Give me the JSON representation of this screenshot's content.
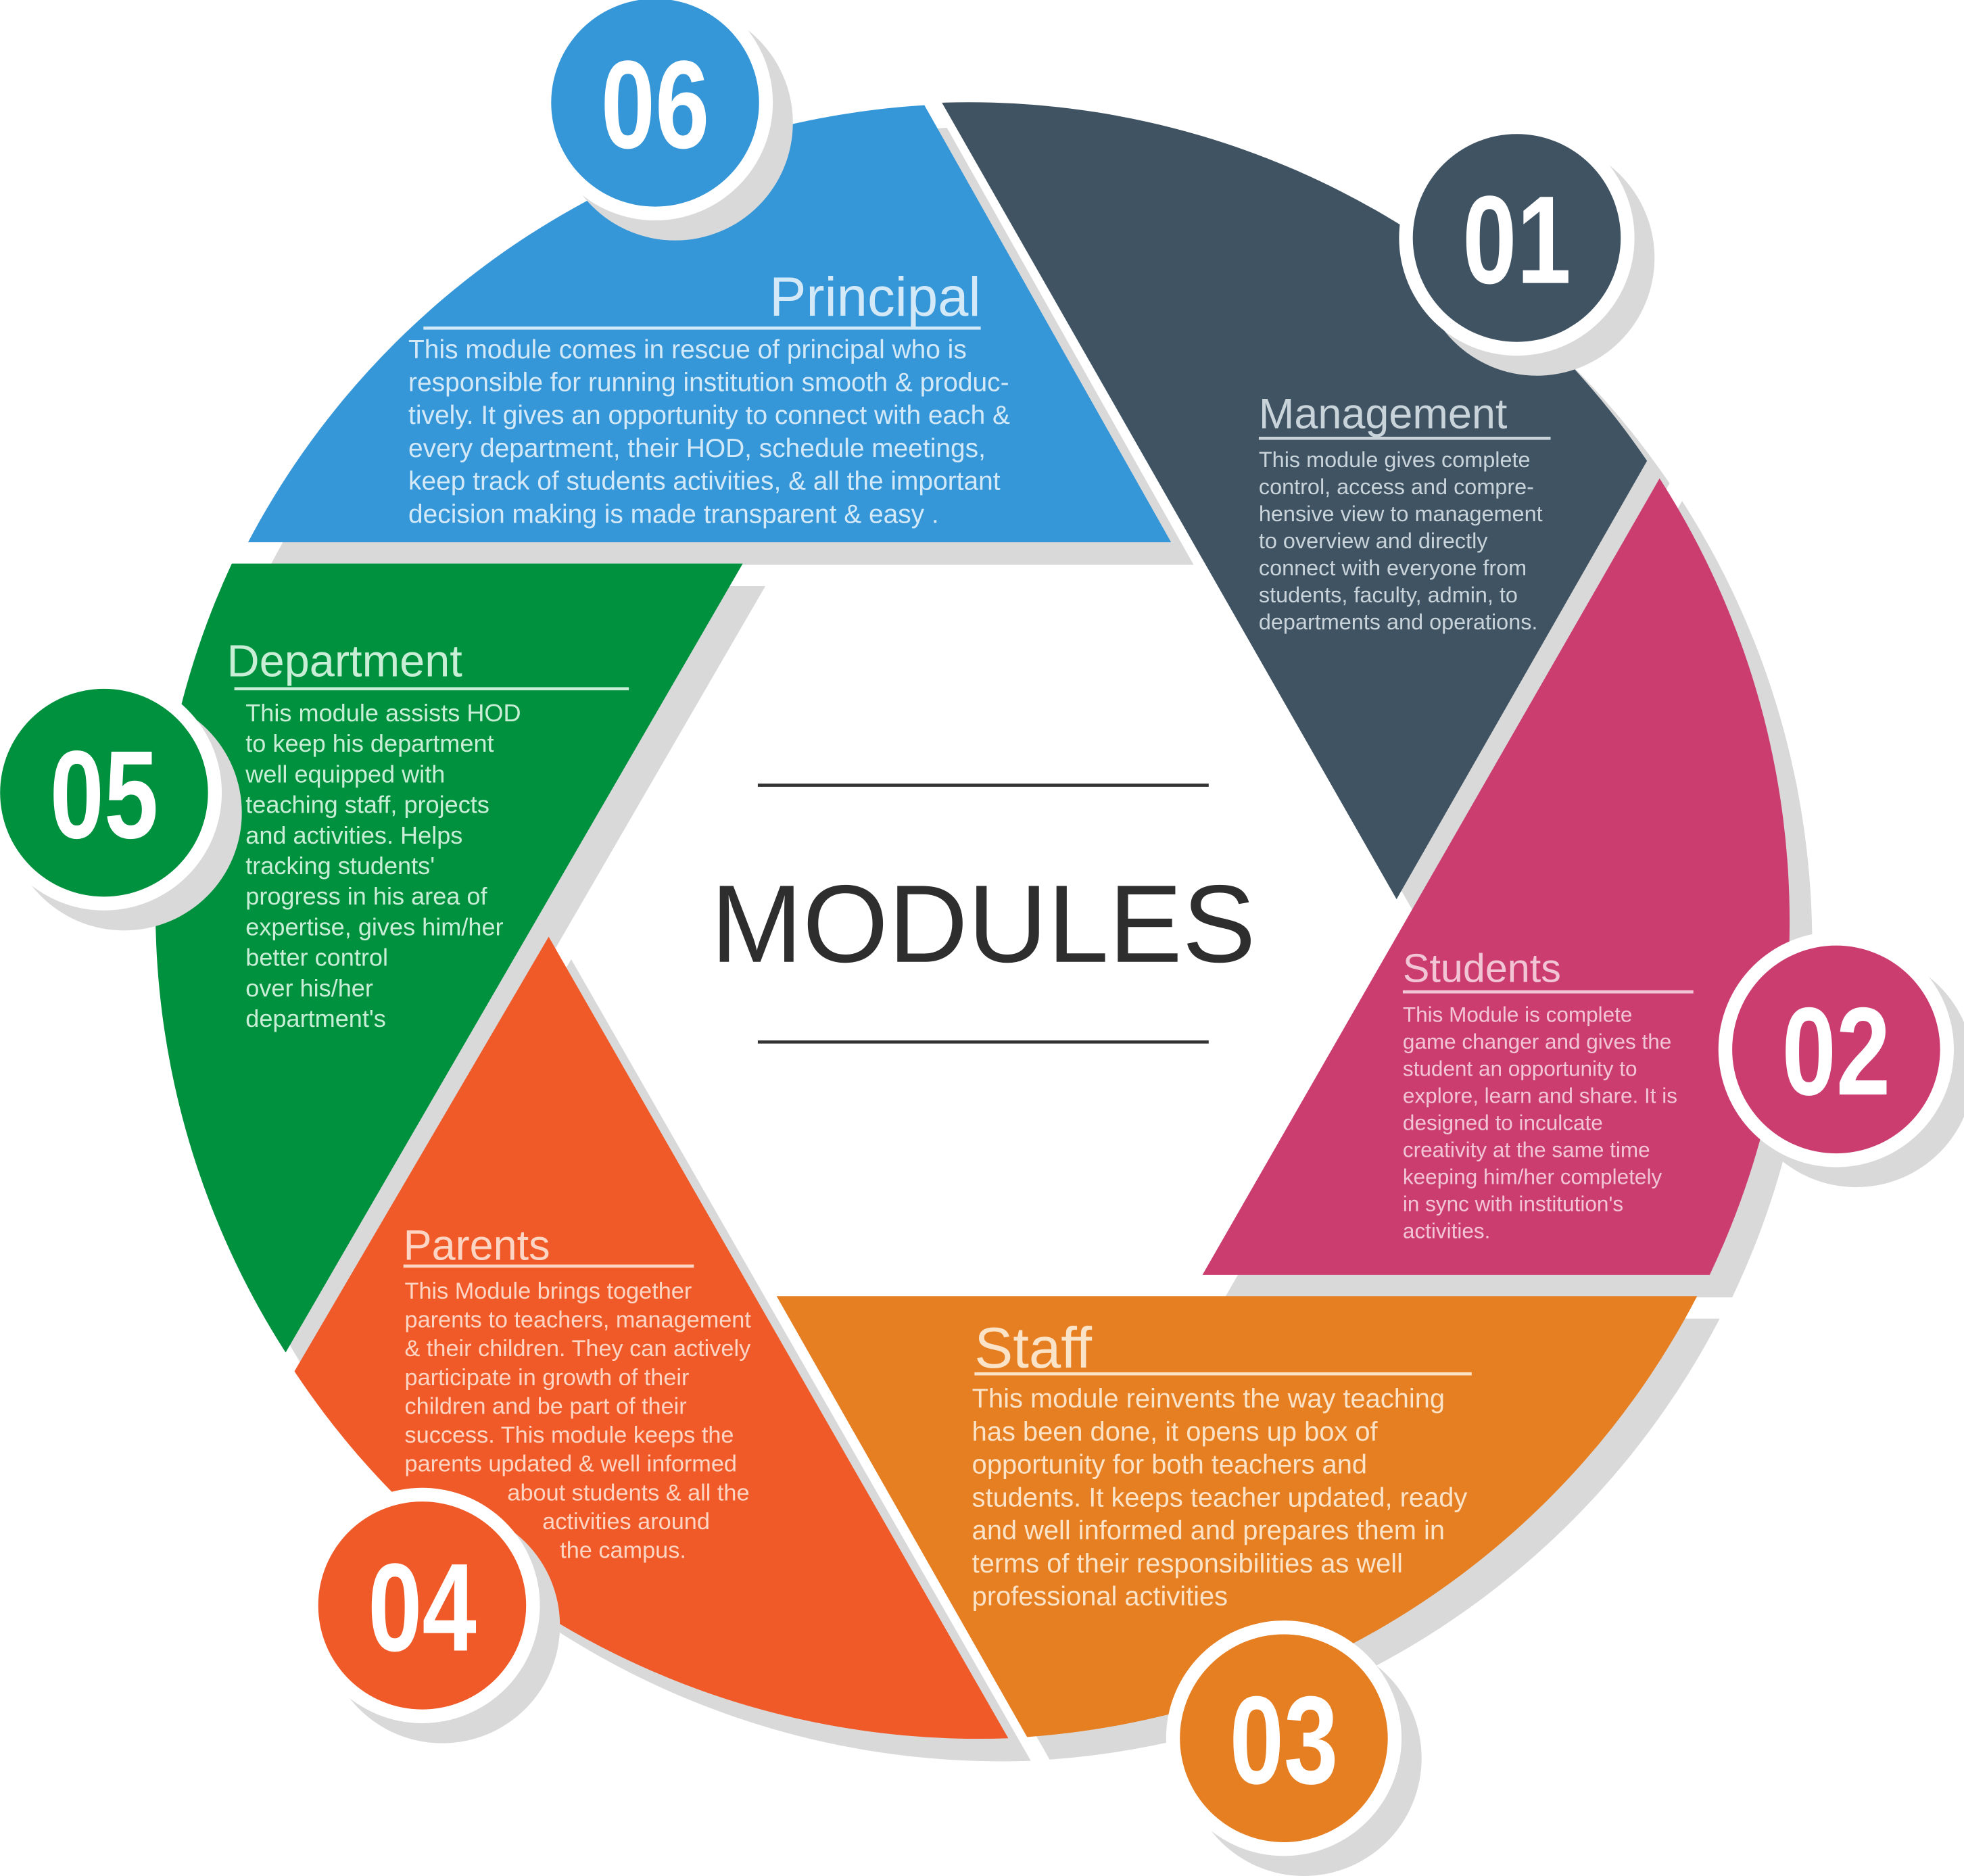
{
  "center": {
    "title": "MODULES"
  },
  "colors": {
    "principal": "#3596d8",
    "management": "#3f5363",
    "students": "#cc3d6f",
    "staff": "#e67e22",
    "parents": "#f05a28",
    "department": "#00913f",
    "shadow": "#d9d9d9"
  },
  "modules": [
    {
      "id": "management",
      "number": "01",
      "title": "Management",
      "lines": [
        "This module gives complete",
        "control, access and compre-",
        "hensive view to management",
        "to overview and directly",
        "connect with everyone from",
        "students, faculty, admin,  to",
        "departments and  operations."
      ]
    },
    {
      "id": "students",
      "number": "02",
      "title": "Students",
      "lines": [
        "This Module is complete",
        "game changer and gives the",
        "student an opportunity to",
        "explore, learn and share. It is",
        "designed to inculcate",
        "creativity at the same time",
        "keeping him/her completely",
        "in sync with institution's",
        "activities."
      ]
    },
    {
      "id": "staff",
      "number": "03",
      "title": "Staff",
      "lines": [
        "This module reinvents the way teaching",
        "has been done, it opens up box of",
        "opportunity for both teachers and",
        "students. It keeps teacher updated, ready",
        "and well informed and prepares them in",
        "terms of their responsibilities as well",
        "professional activities"
      ]
    },
    {
      "id": "parents",
      "number": "04",
      "title": "Parents",
      "lines": [
        "This Module brings together",
        "parents to teachers, management",
        "& their children. They can actively",
        "participate in growth of their",
        "children and be part of their",
        "success. This module    keeps the",
        "parents updated & well informed",
        "about students & all the",
        "activities around",
        "the campus."
      ]
    },
    {
      "id": "department",
      "number": "05",
      "title": "Department",
      "lines": [
        "This module assists HOD",
        "to keep his department",
        "well equipped with",
        "teaching staff, projects",
        "and activities. Helps",
        "tracking students'",
        "progress in his area of",
        "expertise, gives him/her",
        "better control",
        "over his/her",
        "department's"
      ]
    },
    {
      "id": "principal",
      "number": "06",
      "title": "Principal",
      "lines": [
        "This module comes in rescue of principal who is",
        "responsible for running institution smooth & produc-",
        "tively. It gives an opportunity to connect with each &",
        "every department, their HOD, schedule meetings,",
        "keep track of students activities, & all the important",
        "decision making is made transparent & easy ."
      ]
    }
  ]
}
